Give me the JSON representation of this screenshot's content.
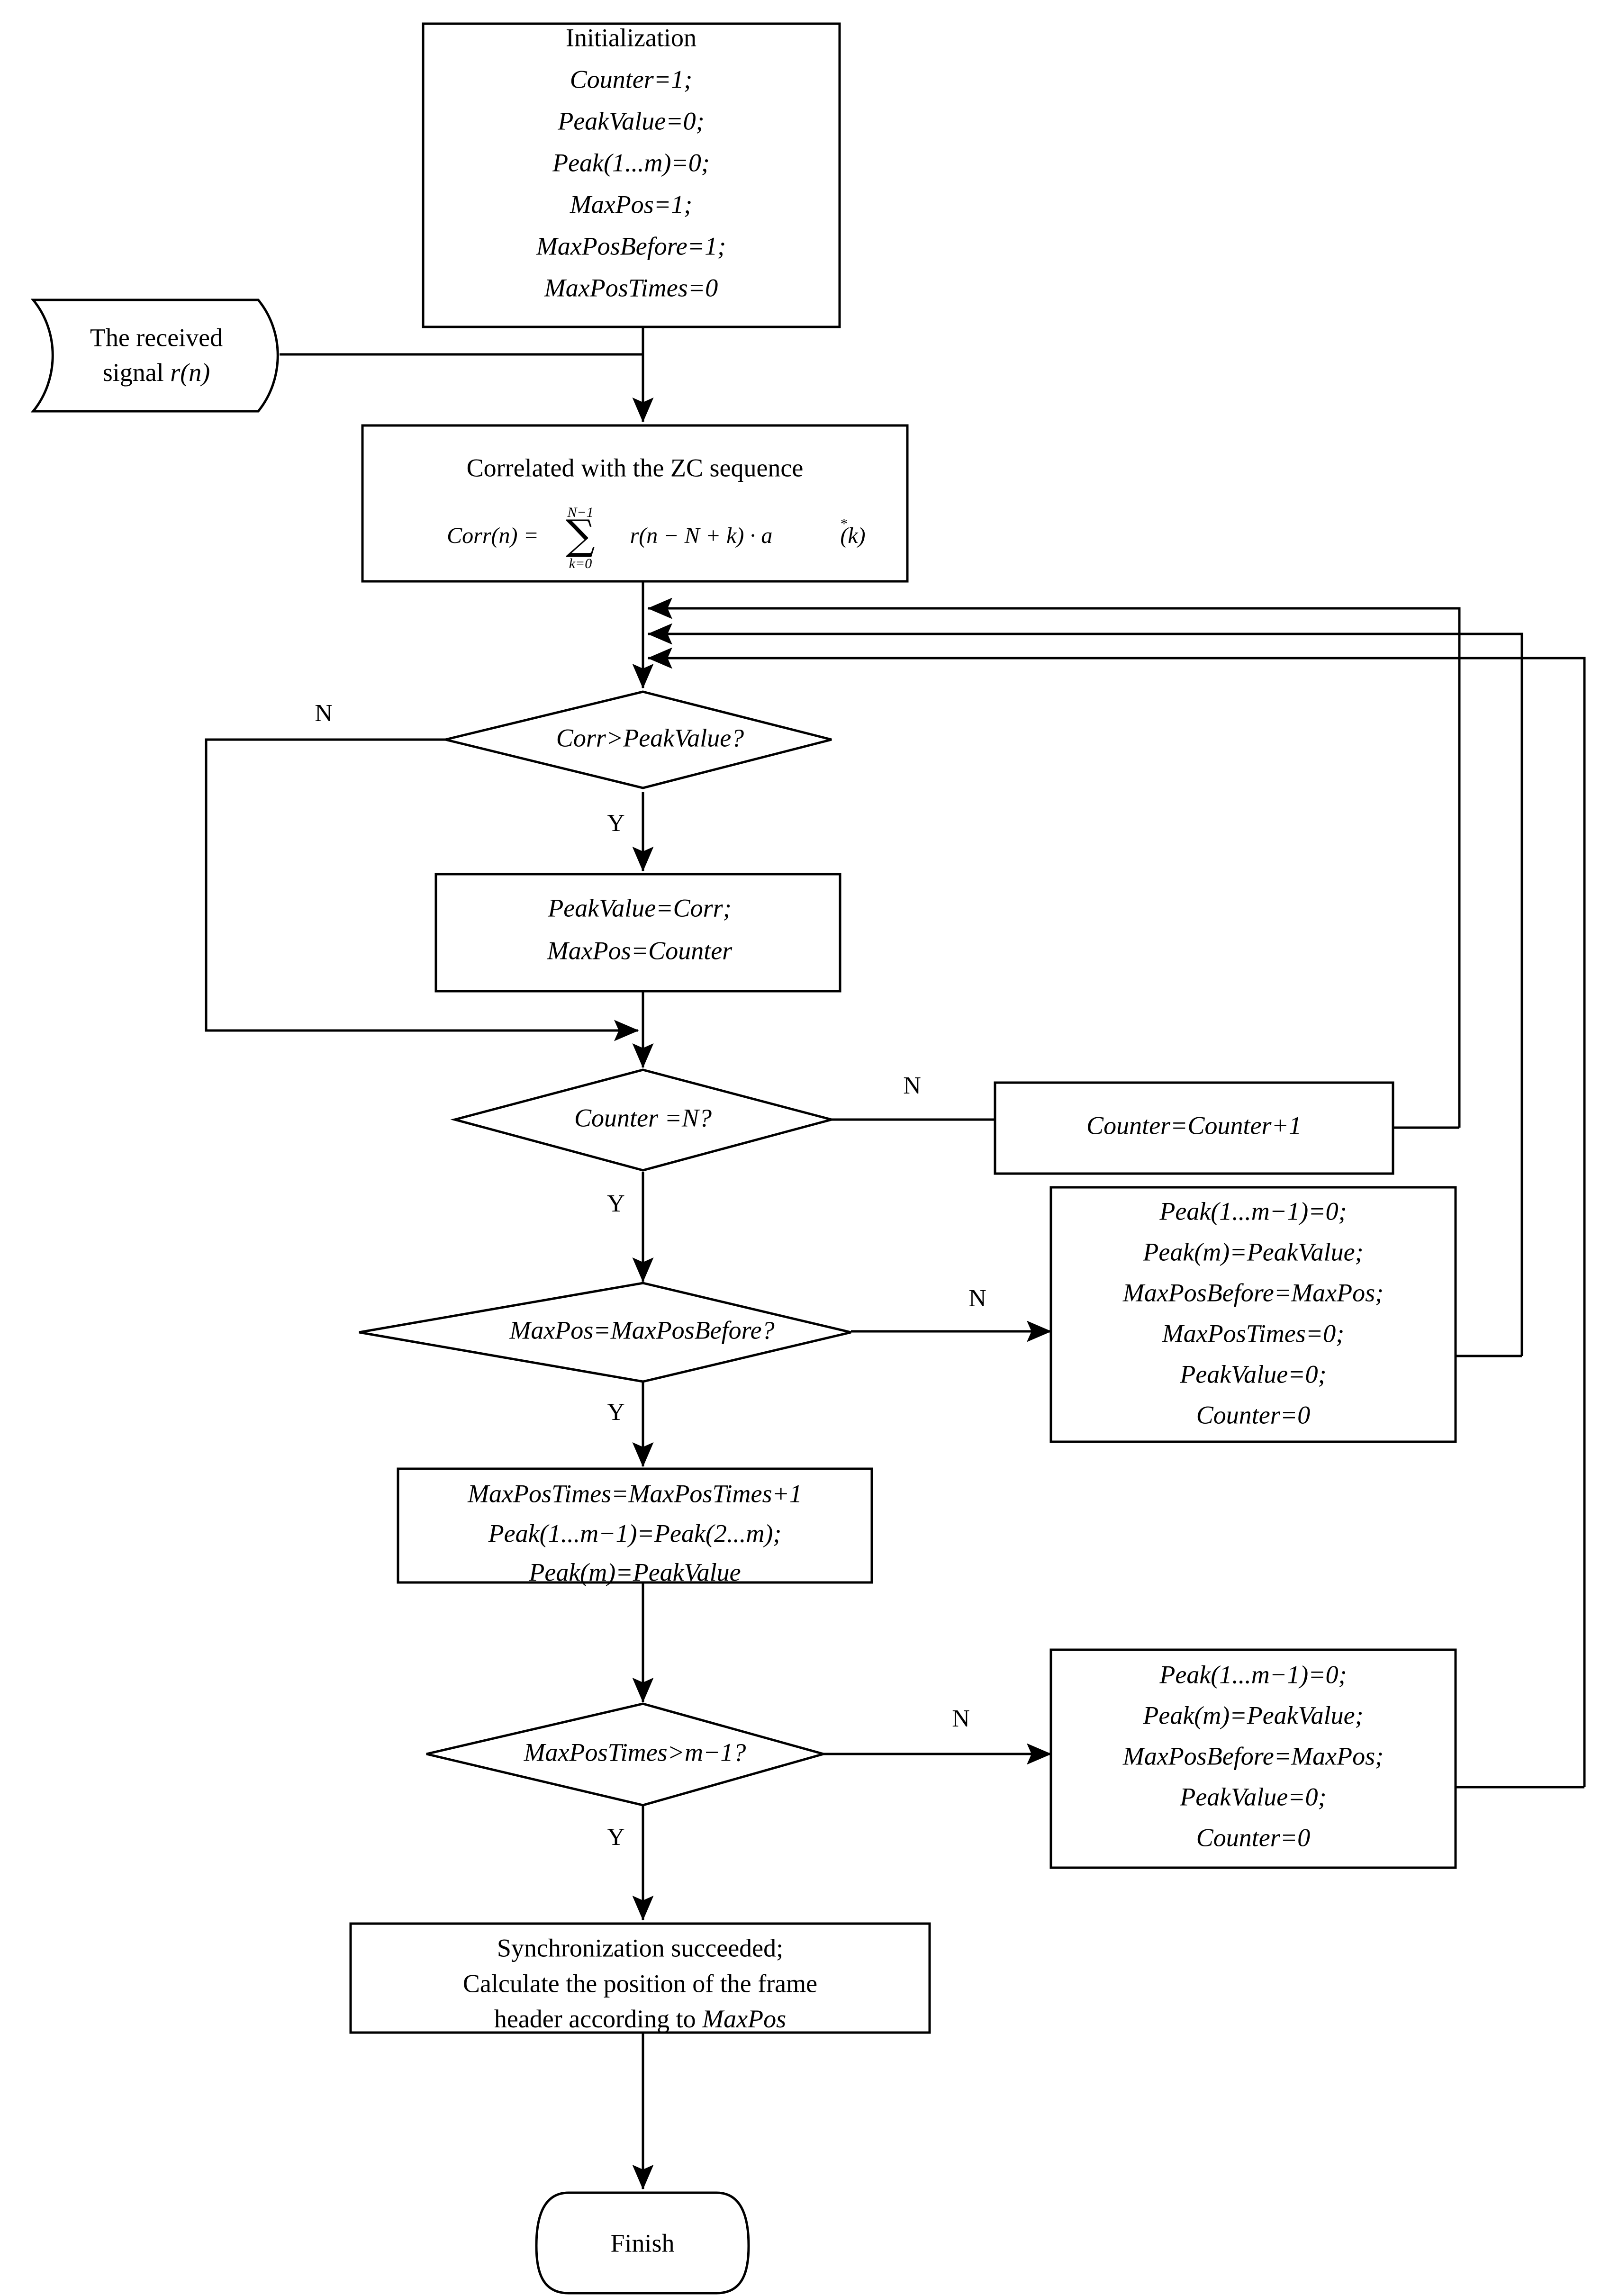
{
  "diagram": {
    "title": "Frame synchronization flowchart",
    "colors": {
      "stroke": "#000000",
      "fill": "#ffffff",
      "background": "#ffffff"
    },
    "nodes": {
      "initialization": {
        "type": "process",
        "lines": [
          "Initialization",
          "Counter=1;",
          "PeakValue=0;",
          "Peak(1...m)=0;",
          "MaxPos=1;",
          "MaxPosBefore=1;",
          "MaxPosTimes=0"
        ]
      },
      "received_signal": {
        "type": "data",
        "lines": [
          "The received",
          "signal r(n)"
        ]
      },
      "correlate": {
        "type": "process",
        "title": "Correlated with the ZC sequence",
        "formula": {
          "lhs": "Corr(n) =",
          "sum_upper": "N−1",
          "sum_symbol": "∑",
          "sum_lower": "k=0",
          "rhs": "r(n − N + k) · a",
          "rhs_sup": "*",
          "rhs_tail": "(k)"
        }
      },
      "decision_corr": {
        "type": "decision",
        "label": "Corr>PeakValue?",
        "yes": "Y",
        "no": "N"
      },
      "update_peak": {
        "type": "process",
        "lines": [
          "PeakValue=Corr;",
          "MaxPos=Counter"
        ]
      },
      "decision_counter": {
        "type": "decision",
        "label": "Counter =N?",
        "yes": "Y",
        "no": "N"
      },
      "counter_increment": {
        "type": "process",
        "lines": [
          "Counter=Counter+1"
        ]
      },
      "decision_maxpos": {
        "type": "decision",
        "label": "MaxPos=MaxPosBefore?",
        "yes": "Y",
        "no": "N"
      },
      "reset_block_1": {
        "type": "process",
        "lines": [
          "Peak(1...m−1)=0;",
          "Peak(m)=PeakValue;",
          "MaxPosBefore=MaxPos;",
          "MaxPosTimes=0;",
          "PeakValue=0;",
          "Counter=0"
        ]
      },
      "shift_peaks": {
        "type": "process",
        "lines": [
          "MaxPosTimes=MaxPosTimes+1",
          "Peak(1...m−1)=Peak(2...m);",
          "Peak(m)=PeakValue"
        ]
      },
      "decision_times": {
        "type": "decision",
        "label": "MaxPosTimes>m−1?",
        "yes": "Y",
        "no": "N"
      },
      "reset_block_2": {
        "type": "process",
        "lines": [
          "Peak(1...m−1)=0;",
          "Peak(m)=PeakValue;",
          "MaxPosBefore=MaxPos;",
          "PeakValue=0;",
          "Counter=0"
        ]
      },
      "sync_success": {
        "type": "process",
        "lines": [
          "Synchronization succeeded;",
          "Calculate the position of the frame",
          "header according to MaxPos"
        ],
        "italic_tail": "MaxPos"
      },
      "finish": {
        "type": "terminator",
        "label": "Finish"
      }
    },
    "edge_labels": {
      "yes": "Y",
      "no": "N"
    }
  }
}
